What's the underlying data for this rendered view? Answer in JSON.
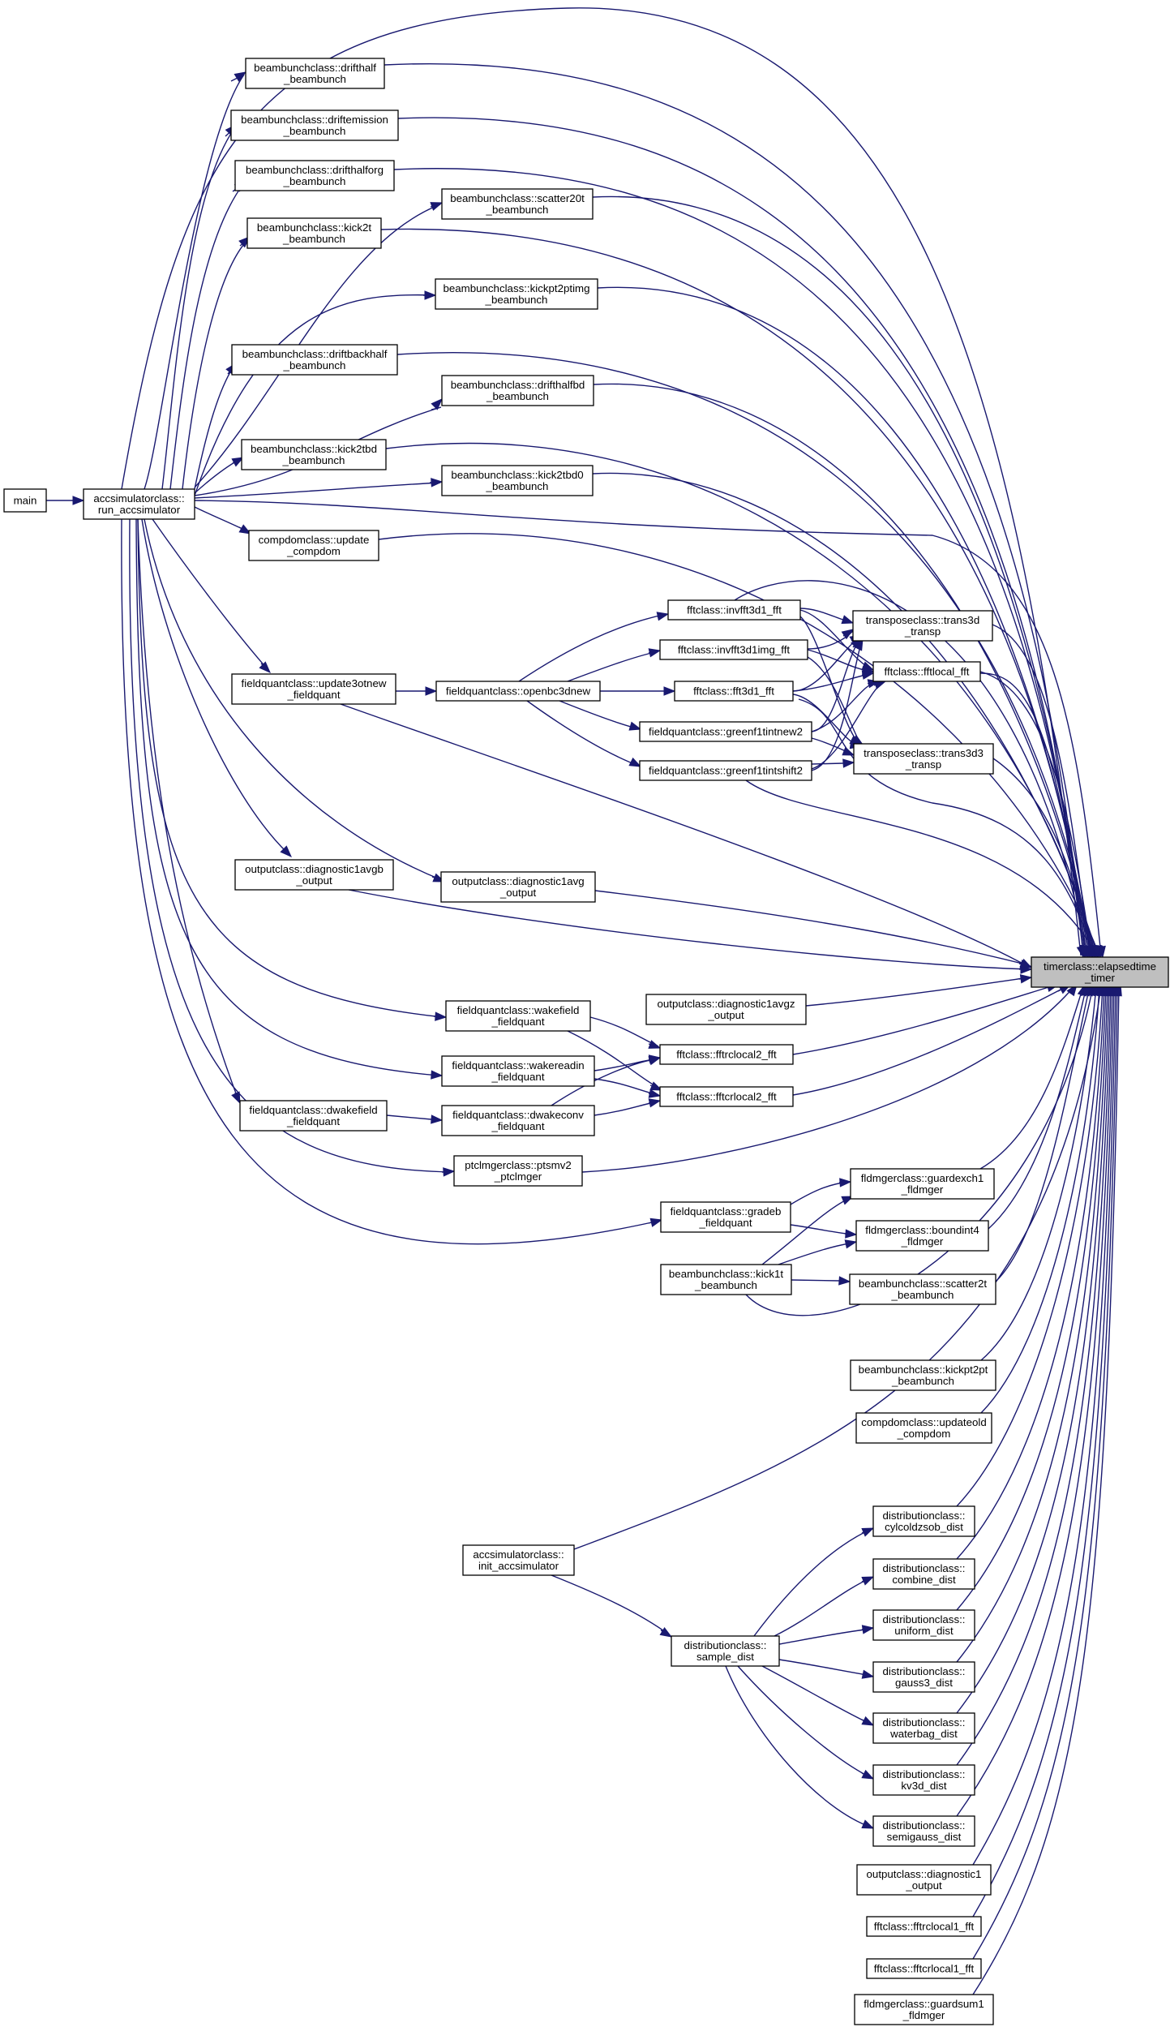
{
  "diagram": {
    "type": "call-graph",
    "edge_color": "#191970",
    "highlight_fill": "#bfbfbf",
    "nodes": [
      {
        "id": "main",
        "lines": [
          "main"
        ]
      },
      {
        "id": "run",
        "lines": [
          "accsimulatorclass::",
          "run_accsimulator"
        ]
      },
      {
        "id": "drifthalf",
        "lines": [
          "beambunchclass::drifthalf",
          "_beambunch"
        ]
      },
      {
        "id": "driftemission",
        "lines": [
          "beambunchclass::driftemission",
          "_beambunch"
        ]
      },
      {
        "id": "drifthalforg",
        "lines": [
          "beambunchclass::drifthalforg",
          "_beambunch"
        ]
      },
      {
        "id": "scatter20t",
        "lines": [
          "beambunchclass::scatter20t",
          "_beambunch"
        ]
      },
      {
        "id": "kick2t",
        "lines": [
          "beambunchclass::kick2t",
          "_beambunch"
        ]
      },
      {
        "id": "kickpt2ptimg",
        "lines": [
          "beambunchclass::kickpt2ptimg",
          "_beambunch"
        ]
      },
      {
        "id": "driftbackhalf",
        "lines": [
          "beambunchclass::driftbackhalf",
          "_beambunch"
        ]
      },
      {
        "id": "drifthalfbd",
        "lines": [
          "beambunchclass::drifthalfbd",
          "_beambunch"
        ]
      },
      {
        "id": "kick2tbd",
        "lines": [
          "beambunchclass::kick2tbd",
          "_beambunch"
        ]
      },
      {
        "id": "kick2tbd0",
        "lines": [
          "beambunchclass::kick2tbd0",
          "_beambunch"
        ]
      },
      {
        "id": "updatecompdom",
        "lines": [
          "compdomclass::update",
          "_compdom"
        ]
      },
      {
        "id": "invfft3d1",
        "lines": [
          "fftclass::invfft3d1_fft"
        ]
      },
      {
        "id": "invfft3d1img",
        "lines": [
          "fftclass::invfft3d1img_fft"
        ]
      },
      {
        "id": "fft3d1",
        "lines": [
          "fftclass::fft3d1_fft"
        ]
      },
      {
        "id": "greennew2",
        "lines": [
          "fieldquantclass::greenf1tintnew2"
        ]
      },
      {
        "id": "greenshift2",
        "lines": [
          "fieldquantclass::greenf1tintshift2"
        ]
      },
      {
        "id": "trans3d",
        "lines": [
          "transposeclass::trans3d",
          "_transp"
        ]
      },
      {
        "id": "fftlocal",
        "lines": [
          "fftclass::fftlocal_fft"
        ]
      },
      {
        "id": "trans3d3",
        "lines": [
          "transposeclass::trans3d3",
          "_transp"
        ]
      },
      {
        "id": "update3otnew",
        "lines": [
          "fieldquantclass::update3otnew",
          "_fieldquant"
        ]
      },
      {
        "id": "openbc3dnew",
        "lines": [
          "fieldquantclass::openbc3dnew"
        ]
      },
      {
        "id": "diag1avgb",
        "lines": [
          "outputclass::diagnostic1avgb",
          "_output"
        ]
      },
      {
        "id": "diag1avg",
        "lines": [
          "outputclass::diagnostic1avg",
          "_output"
        ]
      },
      {
        "id": "timer",
        "lines": [
          "timerclass::elapsedtime",
          "_timer"
        ],
        "highlight": true
      },
      {
        "id": "diag1avgz",
        "lines": [
          "outputclass::diagnostic1avgz",
          "_output"
        ]
      },
      {
        "id": "wakefield",
        "lines": [
          "fieldquantclass::wakefield",
          "_fieldquant"
        ]
      },
      {
        "id": "fftrclocal2",
        "lines": [
          "fftclass::fftrclocal2_fft"
        ]
      },
      {
        "id": "wakereadin",
        "lines": [
          "fieldquantclass::wakereadin",
          "_fieldquant"
        ]
      },
      {
        "id": "fftcrlocal2",
        "lines": [
          "fftclass::fftcrlocal2_fft"
        ]
      },
      {
        "id": "dwakefield",
        "lines": [
          "fieldquantclass::dwakefield",
          "_fieldquant"
        ]
      },
      {
        "id": "dwakeconv",
        "lines": [
          "fieldquantclass::dwakeconv",
          "_fieldquant"
        ]
      },
      {
        "id": "ptsmv2",
        "lines": [
          "ptclmgerclass::ptsmv2",
          "_ptclmger"
        ]
      },
      {
        "id": "guardexch1",
        "lines": [
          "fldmgerclass::guardexch1",
          "_fldmger"
        ]
      },
      {
        "id": "gradeb",
        "lines": [
          "fieldquantclass::gradeb",
          "_fieldquant"
        ]
      },
      {
        "id": "boundint4",
        "lines": [
          "fldmgerclass::boundint4",
          "_fldmger"
        ]
      },
      {
        "id": "kick1t",
        "lines": [
          "beambunchclass::kick1t",
          "_beambunch"
        ]
      },
      {
        "id": "scatter2t",
        "lines": [
          "beambunchclass::scatter2t",
          "_beambunch"
        ]
      },
      {
        "id": "kickpt2pt",
        "lines": [
          "beambunchclass::kickpt2pt",
          "_beambunch"
        ]
      },
      {
        "id": "updateold",
        "lines": [
          "compdomclass::updateold",
          "_compdom"
        ]
      },
      {
        "id": "cylcold",
        "lines": [
          "distributionclass::",
          "cylcoldzsob_dist"
        ]
      },
      {
        "id": "initacc",
        "lines": [
          "accsimulatorclass::",
          "init_accsimulator"
        ]
      },
      {
        "id": "combine",
        "lines": [
          "distributionclass::",
          "combine_dist"
        ]
      },
      {
        "id": "uniform",
        "lines": [
          "distributionclass::",
          "uniform_dist"
        ]
      },
      {
        "id": "sample",
        "lines": [
          "distributionclass::",
          "sample_dist"
        ]
      },
      {
        "id": "gauss3",
        "lines": [
          "distributionclass::",
          "gauss3_dist"
        ]
      },
      {
        "id": "waterbag",
        "lines": [
          "distributionclass::",
          "waterbag_dist"
        ]
      },
      {
        "id": "kv3d",
        "lines": [
          "distributionclass::",
          "kv3d_dist"
        ]
      },
      {
        "id": "semigauss",
        "lines": [
          "distributionclass::",
          "semigauss_dist"
        ]
      },
      {
        "id": "diag1",
        "lines": [
          "outputclass::diagnostic1",
          "_output"
        ]
      },
      {
        "id": "fftrclocal1",
        "lines": [
          "fftclass::fftrclocal1_fft"
        ]
      },
      {
        "id": "fftcrlocal1",
        "lines": [
          "fftclass::fftcrlocal1_fft"
        ]
      },
      {
        "id": "guardsum1",
        "lines": [
          "fldmgerclass::guardsum1",
          "_fldmger"
        ]
      }
    ]
  }
}
